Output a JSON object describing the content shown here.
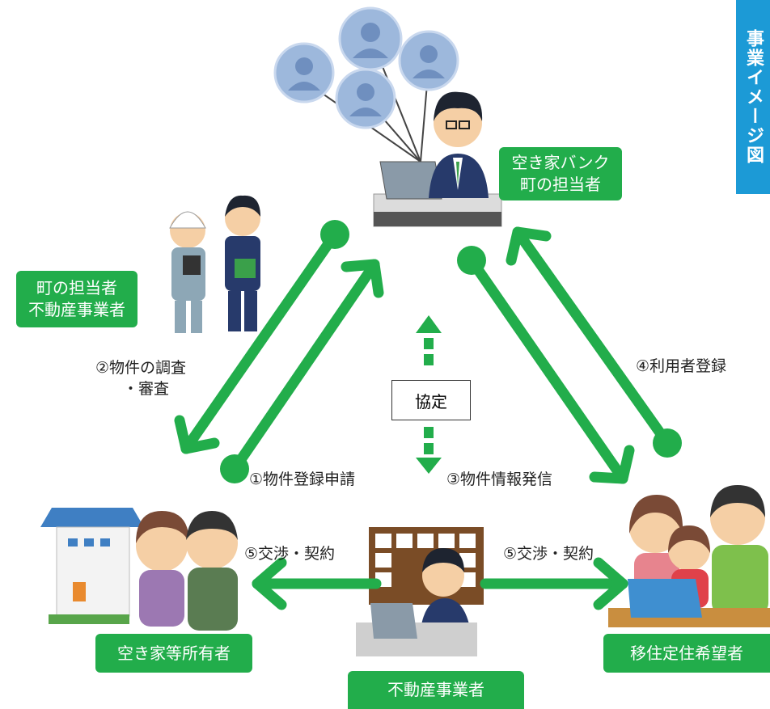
{
  "side_tab": "事業イメージ図",
  "roles": {
    "bank_staff_line1": "空き家バンク",
    "bank_staff_line2": "町の担当者",
    "town_staff_line1": "町の担当者",
    "town_staff_line2": "不動産事業者",
    "owner": "空き家等所有者",
    "realtor": "不動産事業者",
    "applicant": "移住定住希望者"
  },
  "center_box": "協定",
  "steps": {
    "step1": "①物件登録申請",
    "step2_line1": "②物件の調査",
    "step2_line2": "・審査",
    "step3": "③物件情報発信",
    "step4": "④利用者登録",
    "step5_left": "⑤交渉・契約",
    "step5_right": "⑤交渉・契約"
  },
  "colors": {
    "arrow": "#22ad4b",
    "tab": "#1c9ad6",
    "bubble": "#9db8dc"
  }
}
